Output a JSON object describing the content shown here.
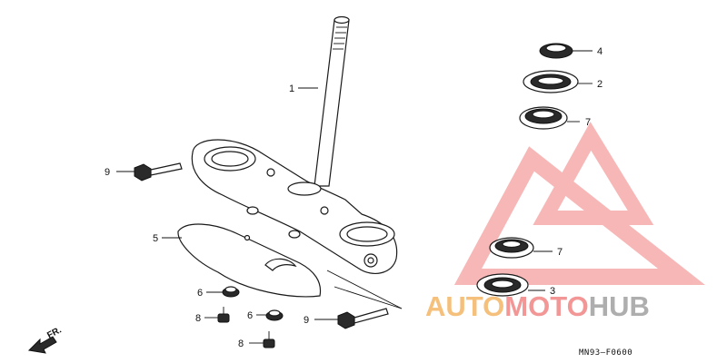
{
  "diagram": {
    "code": "MN93–F0600",
    "direction_label": "FR.",
    "callouts": {
      "c1": "1",
      "c2": "2",
      "c3": "3",
      "c4": "4",
      "c5": "5",
      "c6a": "6",
      "c6b": "6",
      "c7a": "7",
      "c7b": "7",
      "c8a": "8",
      "c8b": "8",
      "c9a": "9",
      "c9b": "9"
    }
  },
  "watermark": {
    "word_part1": "AUTO",
    "word_part2": "MOTO",
    "word_part3": "HUB",
    "color_orange": "#f3b15c",
    "color_red": "#f17d7d",
    "color_gray": "#9a9a9a"
  }
}
